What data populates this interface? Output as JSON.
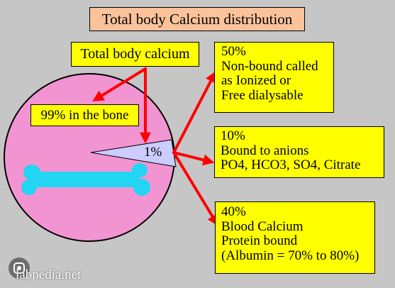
{
  "title": "Total body Calcium distribution",
  "total_label": "Total body calcium",
  "bone_label": "99% in the bone",
  "slice_label": "1%",
  "box_50": [
    "50%",
    "Non-bound called",
    "as Ionized or",
    "Free dialysable"
  ],
  "box_10": [
    "10%",
    "Bound to anions",
    "PO4, HCO3, SO4, Citrate"
  ],
  "box_40": [
    "40%",
    "Blood Calcium",
    "Protein bound",
    "(Albumin = 70% to 80%)"
  ],
  "watermark": "labpedia.net",
  "colors": {
    "background": "#c6c6c6",
    "circle": "#f394d2",
    "bone": "#22d5f2",
    "slice": "#ccccff",
    "label_boxes": "#ffff00",
    "title_box": "#fcc39b",
    "arrows": "#ff0000"
  },
  "icons": [
    "lens-icon"
  ]
}
